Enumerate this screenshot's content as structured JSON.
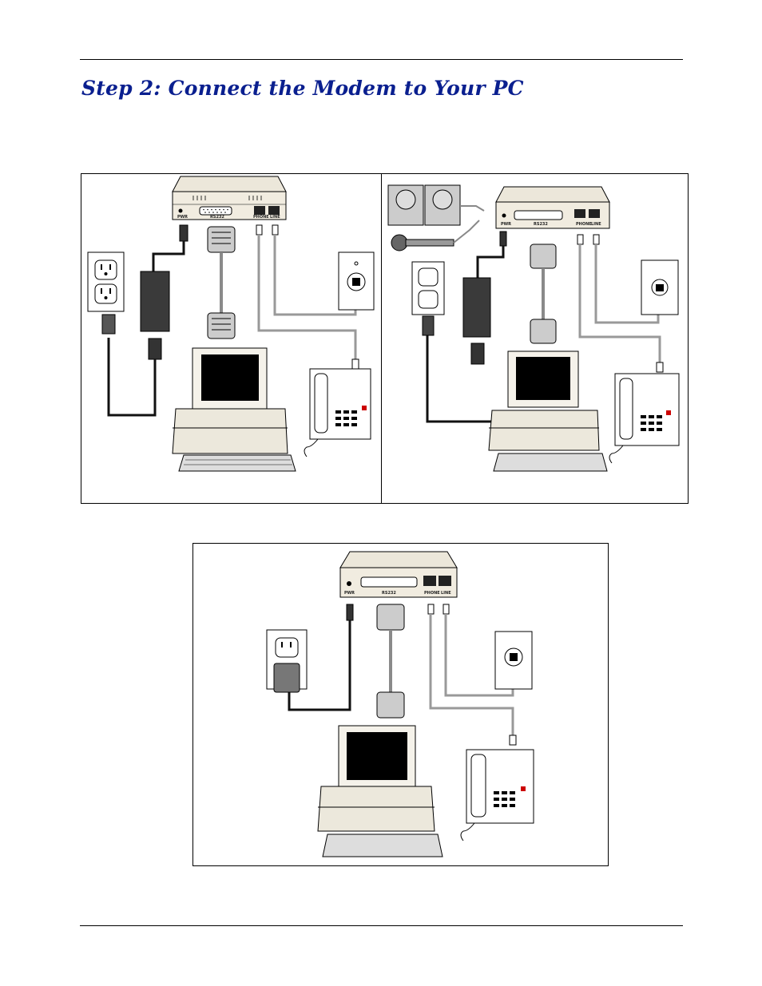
{
  "page": {
    "heading": "Step 2: Connect the Modem to Your PC"
  },
  "modem_labels": {
    "pwr": "PWR",
    "rs232": "RS232",
    "phone": "PHONE",
    "line": "LINE"
  },
  "colors": {
    "heading": "#0a1f8f",
    "modem_body": "#ece7da",
    "cable_gray": "#9a9a9a",
    "cable_black": "#111111"
  },
  "figures": [
    {
      "name": "external-power-supply-setup",
      "icons": [
        "modem-icon",
        "wall-outlet-icon",
        "power-brick-icon",
        "serial-cable-icon",
        "phone-jack-icon",
        "computer-icon",
        "telephone-icon"
      ]
    },
    {
      "name": "voice-modem-setup",
      "icons": [
        "speakers-icon",
        "microphone-icon",
        "modem-icon",
        "wall-outlet-icon",
        "power-brick-icon",
        "serial-cable-icon",
        "phone-jack-icon",
        "computer-icon",
        "telephone-icon"
      ]
    },
    {
      "name": "wall-adapter-setup",
      "icons": [
        "modem-icon",
        "wall-outlet-icon",
        "wall-adapter-icon",
        "serial-cable-icon",
        "phone-jack-icon",
        "computer-icon",
        "telephone-icon"
      ]
    }
  ]
}
